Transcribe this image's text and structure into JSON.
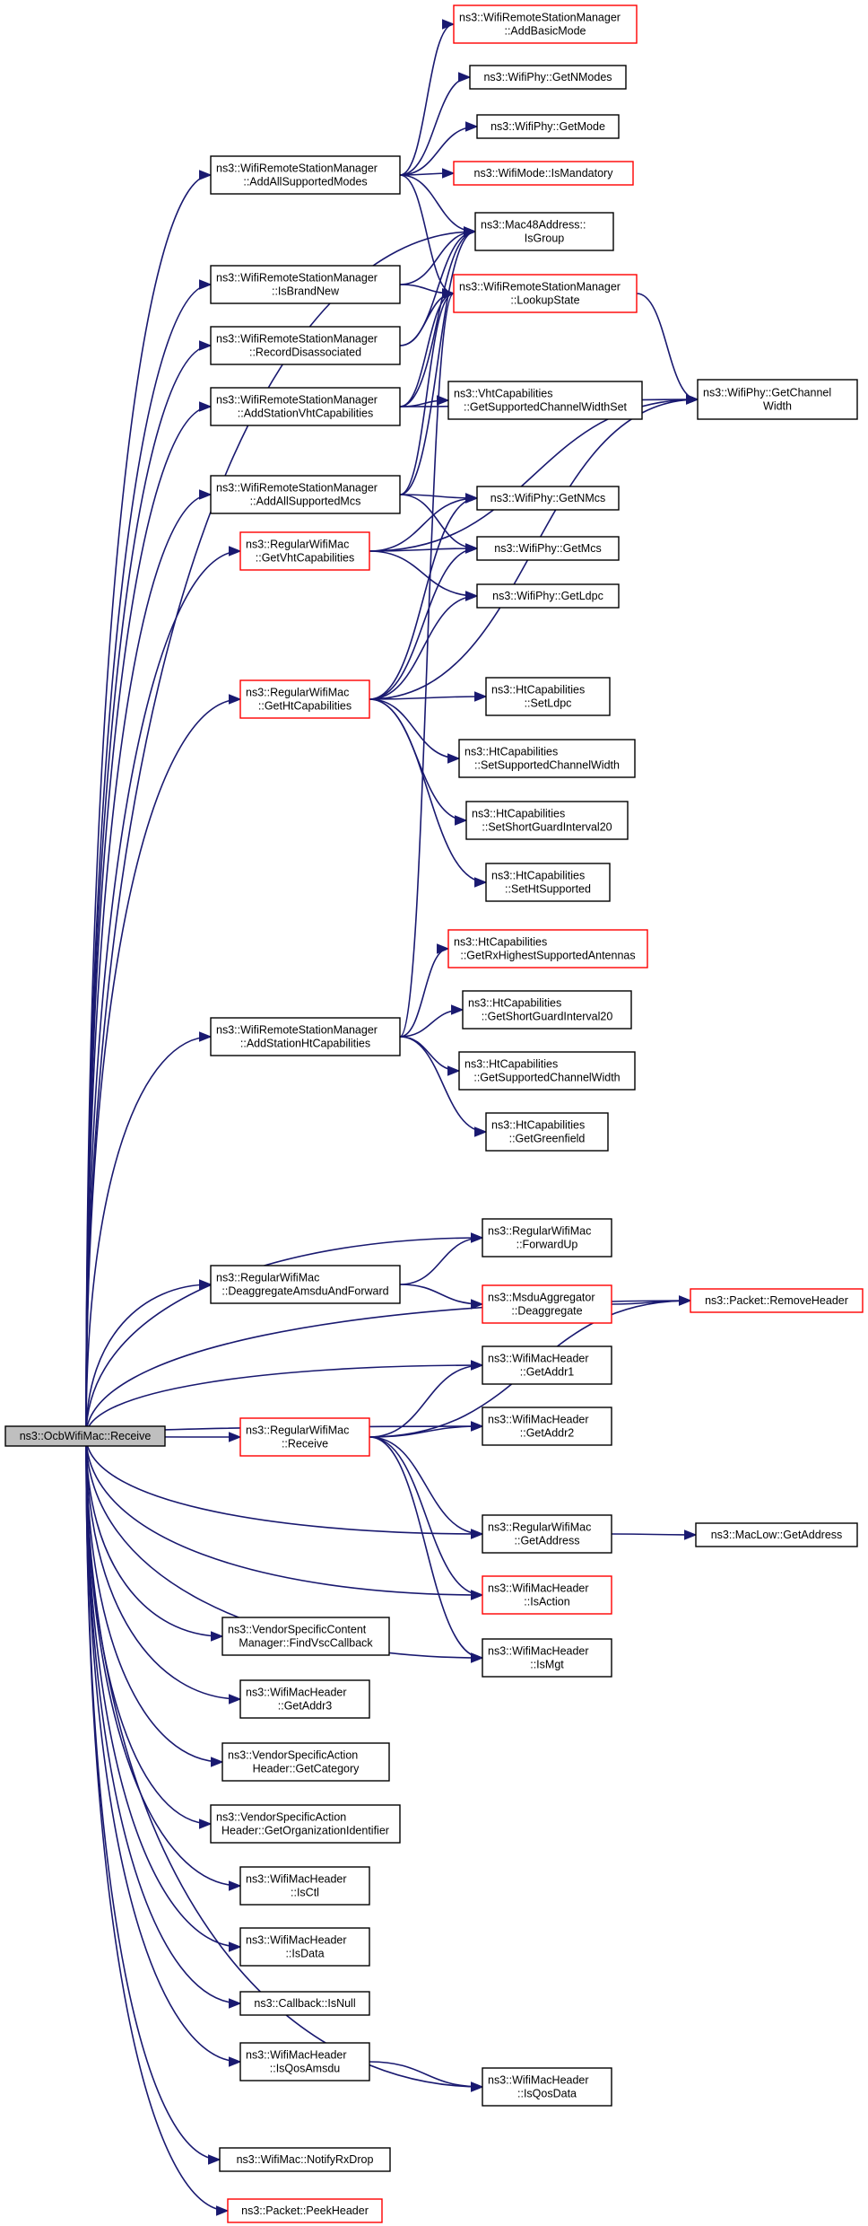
{
  "diagram": {
    "type": "call-graph",
    "colors": {
      "edge": "#191970",
      "node_border": "#000000",
      "node_highlight_border": "#ff0000",
      "root_fill": "#bfbfbf"
    },
    "nodes": [
      {
        "id": "receive_root",
        "lines": [
          "ns3::OcbWifiMac::Receive"
        ],
        "style": "root"
      },
      {
        "id": "addbasicmode",
        "lines": [
          "ns3::WifiRemoteStationManager",
          "::AddBasicMode"
        ],
        "style": "red"
      },
      {
        "id": "getnmodes",
        "lines": [
          "ns3::WifiPhy::GetNModes"
        ],
        "style": "black"
      },
      {
        "id": "getmode",
        "lines": [
          "ns3::WifiPhy::GetMode"
        ],
        "style": "black"
      },
      {
        "id": "ismandatory",
        "lines": [
          "ns3::WifiMode::IsMandatory"
        ],
        "style": "red"
      },
      {
        "id": "allsupportedmodes",
        "lines": [
          "ns3::WifiRemoteStationManager",
          "::AddAllSupportedModes"
        ],
        "style": "black"
      },
      {
        "id": "isgroup",
        "lines": [
          "ns3::Mac48Address::",
          "IsGroup"
        ],
        "style": "black"
      },
      {
        "id": "isbrandnew",
        "lines": [
          "ns3::WifiRemoteStationManager",
          "::IsBrandNew"
        ],
        "style": "black"
      },
      {
        "id": "lookupstate",
        "lines": [
          "ns3::WifiRemoteStationManager",
          "::LookupState"
        ],
        "style": "red"
      },
      {
        "id": "recorddisassoc",
        "lines": [
          "ns3::WifiRemoteStationManager",
          "::RecordDisassociated"
        ],
        "style": "black"
      },
      {
        "id": "addstationvht",
        "lines": [
          "ns3::WifiRemoteStationManager",
          "::AddStationVhtCapabilities"
        ],
        "style": "black"
      },
      {
        "id": "vhtgetsupportedcw",
        "lines": [
          "ns3::VhtCapabilities",
          "::GetSupportedChannelWidthSet"
        ],
        "style": "black"
      },
      {
        "id": "getchannelwidth",
        "lines": [
          "ns3::WifiPhy::GetChannel",
          "Width"
        ],
        "style": "black"
      },
      {
        "id": "allsupportedmcs",
        "lines": [
          "ns3::WifiRemoteStationManager",
          "::AddAllSupportedMcs"
        ],
        "style": "black"
      },
      {
        "id": "getnmcs",
        "lines": [
          "ns3::WifiPhy::GetNMcs"
        ],
        "style": "black"
      },
      {
        "id": "getvhtcap",
        "lines": [
          "ns3::RegularWifiMac",
          "::GetVhtCapabilities"
        ],
        "style": "red"
      },
      {
        "id": "getmcs",
        "lines": [
          "ns3::WifiPhy::GetMcs"
        ],
        "style": "black"
      },
      {
        "id": "getldpc",
        "lines": [
          "ns3::WifiPhy::GetLdpc"
        ],
        "style": "black"
      },
      {
        "id": "gethtcap",
        "lines": [
          "ns3::RegularWifiMac",
          "::GetHtCapabilities"
        ],
        "style": "red"
      },
      {
        "id": "setldpc",
        "lines": [
          "ns3::HtCapabilities",
          "::SetLdpc"
        ],
        "style": "black"
      },
      {
        "id": "setsupportedcw",
        "lines": [
          "ns3::HtCapabilities",
          "::SetSupportedChannelWidth"
        ],
        "style": "black"
      },
      {
        "id": "setsgi20",
        "lines": [
          "ns3::HtCapabilities",
          "::SetShortGuardInterval20"
        ],
        "style": "black"
      },
      {
        "id": "sethtsupported",
        "lines": [
          "ns3::HtCapabilities",
          "::SetHtSupported"
        ],
        "style": "black"
      },
      {
        "id": "getrxhighest",
        "lines": [
          "ns3::HtCapabilities",
          "::GetRxHighestSupportedAntennas"
        ],
        "style": "red"
      },
      {
        "id": "addstationht",
        "lines": [
          "ns3::WifiRemoteStationManager",
          "::AddStationHtCapabilities"
        ],
        "style": "black"
      },
      {
        "id": "getsgi20",
        "lines": [
          "ns3::HtCapabilities",
          "::GetShortGuardInterval20"
        ],
        "style": "black"
      },
      {
        "id": "getsupportedcw",
        "lines": [
          "ns3::HtCapabilities",
          "::GetSupportedChannelWidth"
        ],
        "style": "black"
      },
      {
        "id": "getgreenfield",
        "lines": [
          "ns3::HtCapabilities",
          "::GetGreenfield"
        ],
        "style": "black"
      },
      {
        "id": "forwardup",
        "lines": [
          "ns3::RegularWifiMac",
          "::ForwardUp"
        ],
        "style": "black"
      },
      {
        "id": "deaggfwd",
        "lines": [
          "ns3::RegularWifiMac",
          "::DeaggregateAmsduAndForward"
        ],
        "style": "black"
      },
      {
        "id": "msdudeagg",
        "lines": [
          "ns3::MsduAggregator",
          "::Deaggregate"
        ],
        "style": "red"
      },
      {
        "id": "removeheader",
        "lines": [
          "ns3::Packet::RemoveHeader"
        ],
        "style": "red"
      },
      {
        "id": "getaddr1",
        "lines": [
          "ns3::WifiMacHeader",
          "::GetAddr1"
        ],
        "style": "black"
      },
      {
        "id": "getaddr2",
        "lines": [
          "ns3::WifiMacHeader",
          "::GetAddr2"
        ],
        "style": "black"
      },
      {
        "id": "rwmreceive",
        "lines": [
          "ns3::RegularWifiMac",
          "::Receive"
        ],
        "style": "red"
      },
      {
        "id": "getaddress",
        "lines": [
          "ns3::RegularWifiMac",
          "::GetAddress"
        ],
        "style": "black"
      },
      {
        "id": "maclowgetaddress",
        "lines": [
          "ns3::MacLow::GetAddress"
        ],
        "style": "black"
      },
      {
        "id": "isaction",
        "lines": [
          "ns3::WifiMacHeader",
          "::IsAction"
        ],
        "style": "red"
      },
      {
        "id": "findvsc",
        "lines": [
          "ns3::VendorSpecificContent",
          "Manager::FindVscCallback"
        ],
        "style": "black"
      },
      {
        "id": "ismgt",
        "lines": [
          "ns3::WifiMacHeader",
          "::IsMgt"
        ],
        "style": "black"
      },
      {
        "id": "getaddr3",
        "lines": [
          "ns3::WifiMacHeader",
          "::GetAddr3"
        ],
        "style": "black"
      },
      {
        "id": "getcategory",
        "lines": [
          "ns3::VendorSpecificAction",
          "Header::GetCategory"
        ],
        "style": "black"
      },
      {
        "id": "getorgid",
        "lines": [
          "ns3::VendorSpecificAction",
          "Header::GetOrganizationIdentifier"
        ],
        "style": "black"
      },
      {
        "id": "isctl",
        "lines": [
          "ns3::WifiMacHeader",
          "::IsCtl"
        ],
        "style": "black"
      },
      {
        "id": "isdata",
        "lines": [
          "ns3::WifiMacHeader",
          "::IsData"
        ],
        "style": "black"
      },
      {
        "id": "isnull",
        "lines": [
          "ns3::Callback::IsNull"
        ],
        "style": "black"
      },
      {
        "id": "isqosamsdu",
        "lines": [
          "ns3::WifiMacHeader",
          "::IsQosAmsdu"
        ],
        "style": "black"
      },
      {
        "id": "isqosdata",
        "lines": [
          "ns3::WifiMacHeader",
          "::IsQosData"
        ],
        "style": "black"
      },
      {
        "id": "notifyrxdrop",
        "lines": [
          "ns3::WifiMac::NotifyRxDrop"
        ],
        "style": "black"
      },
      {
        "id": "peekheader",
        "lines": [
          "ns3::Packet::PeekHeader"
        ],
        "style": "red"
      }
    ],
    "edges": [
      [
        "allsupportedmodes",
        "addbasicmode"
      ],
      [
        "allsupportedmodes",
        "getnmodes"
      ],
      [
        "allsupportedmodes",
        "getmode"
      ],
      [
        "allsupportedmodes",
        "ismandatory"
      ],
      [
        "allsupportedmodes",
        "isgroup"
      ],
      [
        "allsupportedmodes",
        "lookupstate"
      ],
      [
        "isbrandnew",
        "isgroup"
      ],
      [
        "isbrandnew",
        "lookupstate"
      ],
      [
        "recorddisassoc",
        "isgroup"
      ],
      [
        "recorddisassoc",
        "lookupstate"
      ],
      [
        "addstationvht",
        "vhtgetsupportedcw"
      ],
      [
        "addstationvht",
        "getchannelwidth"
      ],
      [
        "addstationvht",
        "isgroup"
      ],
      [
        "addstationvht",
        "lookupstate"
      ],
      [
        "lookupstate",
        "getchannelwidth"
      ],
      [
        "allsupportedmcs",
        "getnmcs"
      ],
      [
        "allsupportedmcs",
        "getmcs"
      ],
      [
        "allsupportedmcs",
        "isgroup"
      ],
      [
        "allsupportedmcs",
        "lookupstate"
      ],
      [
        "getvhtcap",
        "getchannelwidth"
      ],
      [
        "getvhtcap",
        "getnmcs"
      ],
      [
        "getvhtcap",
        "getmcs"
      ],
      [
        "getvhtcap",
        "getldpc"
      ],
      [
        "gethtcap",
        "getchannelwidth"
      ],
      [
        "gethtcap",
        "getnmcs"
      ],
      [
        "gethtcap",
        "getmcs"
      ],
      [
        "gethtcap",
        "getldpc"
      ],
      [
        "gethtcap",
        "setldpc"
      ],
      [
        "gethtcap",
        "setsupportedcw"
      ],
      [
        "gethtcap",
        "setsgi20"
      ],
      [
        "gethtcap",
        "sethtsupported"
      ],
      [
        "addstationht",
        "getrxhighest"
      ],
      [
        "addstationht",
        "getsgi20"
      ],
      [
        "addstationht",
        "getsupportedcw"
      ],
      [
        "addstationht",
        "getgreenfield"
      ],
      [
        "addstationht",
        "lookupstate"
      ],
      [
        "deaggfwd",
        "forwardup"
      ],
      [
        "deaggfwd",
        "msdudeagg"
      ],
      [
        "msdudeagg",
        "removeheader"
      ],
      [
        "rwmreceive",
        "getaddr1"
      ],
      [
        "rwmreceive",
        "getaddr2"
      ],
      [
        "rwmreceive",
        "removeheader"
      ],
      [
        "rwmreceive",
        "getaddress"
      ],
      [
        "rwmreceive",
        "isaction"
      ],
      [
        "rwmreceive",
        "ismgt"
      ],
      [
        "getaddress",
        "maclowgetaddress"
      ],
      [
        "isqosamsdu",
        "isqosdata"
      ],
      [
        "receive_root",
        "allsupportedmodes"
      ],
      [
        "receive_root",
        "isbrandnew"
      ],
      [
        "receive_root",
        "recorddisassoc"
      ],
      [
        "receive_root",
        "addstationvht"
      ],
      [
        "receive_root",
        "allsupportedmcs"
      ],
      [
        "receive_root",
        "getvhtcap"
      ],
      [
        "receive_root",
        "gethtcap"
      ],
      [
        "receive_root",
        "addstationht"
      ],
      [
        "receive_root",
        "isgroup"
      ],
      [
        "receive_root",
        "forwardup"
      ],
      [
        "receive_root",
        "deaggfwd"
      ],
      [
        "receive_root",
        "removeheader"
      ],
      [
        "receive_root",
        "getaddr1"
      ],
      [
        "receive_root",
        "getaddr2"
      ],
      [
        "receive_root",
        "rwmreceive"
      ],
      [
        "receive_root",
        "getaddress"
      ],
      [
        "receive_root",
        "isaction"
      ],
      [
        "receive_root",
        "ismgt"
      ],
      [
        "receive_root",
        "findvsc"
      ],
      [
        "receive_root",
        "getaddr3"
      ],
      [
        "receive_root",
        "getcategory"
      ],
      [
        "receive_root",
        "getorgid"
      ],
      [
        "receive_root",
        "isctl"
      ],
      [
        "receive_root",
        "isdata"
      ],
      [
        "receive_root",
        "isnull"
      ],
      [
        "receive_root",
        "isqosamsdu"
      ],
      [
        "receive_root",
        "isqosdata"
      ],
      [
        "receive_root",
        "notifyrxdrop"
      ],
      [
        "receive_root",
        "peekheader"
      ]
    ]
  }
}
